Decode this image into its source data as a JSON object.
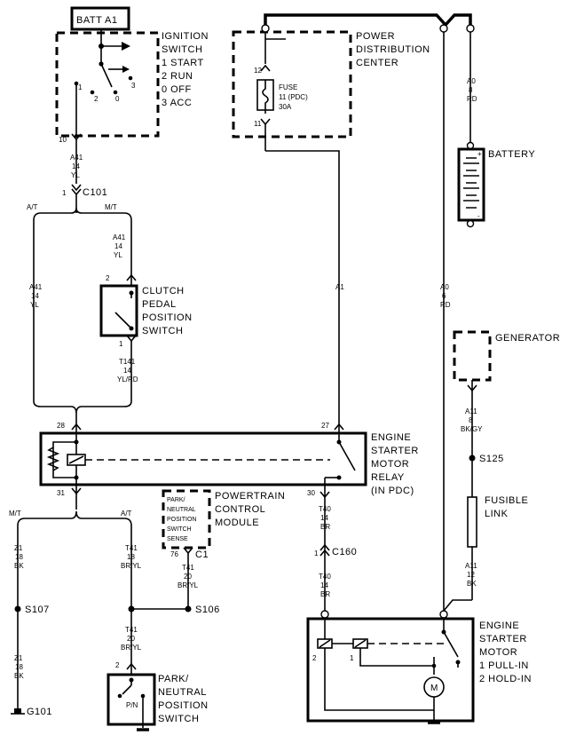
{
  "components": {
    "batt": "BATT A1",
    "ignition": [
      "IGNITION",
      "SWITCH",
      "1 START",
      "2 RUN",
      "0 OFF",
      "3 ACC"
    ],
    "ign_pos": {
      "p1": "1",
      "p2": "2",
      "p0": "0",
      "p3": "3"
    },
    "pdc": [
      "POWER",
      "DISTRIBUTION",
      "CENTER"
    ],
    "fuse": [
      "FUSE",
      "11 (PDC)",
      "30A"
    ],
    "fuse_pins": {
      "top": "12",
      "bottom": "11"
    },
    "battery": "BATTERY",
    "clutch": [
      "CLUTCH",
      "PEDAL",
      "POSITION",
      "SWITCH"
    ],
    "generator": "GENERATOR",
    "relay": [
      "ENGINE",
      "STARTER",
      "MOTOR",
      "RELAY",
      "(IN PDC)"
    ],
    "pcm": [
      "POWERTRAIN",
      "CONTROL",
      "MODULE"
    ],
    "pcm_inner": [
      "PARK/",
      "NEUTRAL",
      "POSITION",
      "SWITCH",
      "SENSE"
    ],
    "fusible": [
      "FUSIBLE",
      "LINK"
    ],
    "starter": [
      "ENGINE",
      "STARTER",
      "MOTOR",
      "1 PULL-IN",
      "2 HOLD-IN"
    ],
    "pn_switch": [
      "PARK/",
      "NEUTRAL",
      "POSITION",
      "SWITCH"
    ],
    "pn_inner": "P/N",
    "motor": "M"
  },
  "connectors": {
    "c101": "C101",
    "c160": "C160",
    "c1": "C1",
    "s107": "S107",
    "s106": "S106",
    "s125": "S125",
    "g101": "G101"
  },
  "wires": {
    "a41_top": [
      "A41",
      "14",
      "YL"
    ],
    "a41_left": [
      "A41",
      "14",
      "YL"
    ],
    "a41_mid": [
      "A41",
      "14",
      "YL"
    ],
    "t141": [
      "T141",
      "14",
      "YL/RD"
    ],
    "a1": "A1",
    "a0_top": [
      "A0",
      "8",
      "RD"
    ],
    "a0_mid": [
      "A0",
      "6",
      "RD"
    ],
    "a11_top": [
      "A11",
      "8",
      "BK/GY"
    ],
    "a11_bot": [
      "A11",
      "12",
      "BK"
    ],
    "t40_top": [
      "T40",
      "14",
      "BR"
    ],
    "t40_bot": [
      "T40",
      "14",
      "BR"
    ],
    "z1_top": [
      "Z1",
      "18",
      "BK"
    ],
    "z1_bot": [
      "Z1",
      "18",
      "BK"
    ],
    "t41_a": [
      "T41",
      "18",
      "BR/YL"
    ],
    "t41_b": [
      "T41",
      "20",
      "BR/YL"
    ],
    "t41_c": [
      "T41",
      "20",
      "BR/YL"
    ]
  },
  "pins": {
    "p10": "10",
    "p1_c101": "1",
    "p2_clutch": "2",
    "p1_clutch": "1",
    "p28": "28",
    "p27": "27",
    "p31": "31",
    "p30": "30",
    "p76": "76",
    "p1_c160": "1",
    "p2_st": "2",
    "p1_st": "1",
    "p2_pn": "2"
  },
  "branches": {
    "at_top": "A/T",
    "mt_top": "M/T",
    "mt_bot": "M/T",
    "at_bot": "A/T"
  }
}
